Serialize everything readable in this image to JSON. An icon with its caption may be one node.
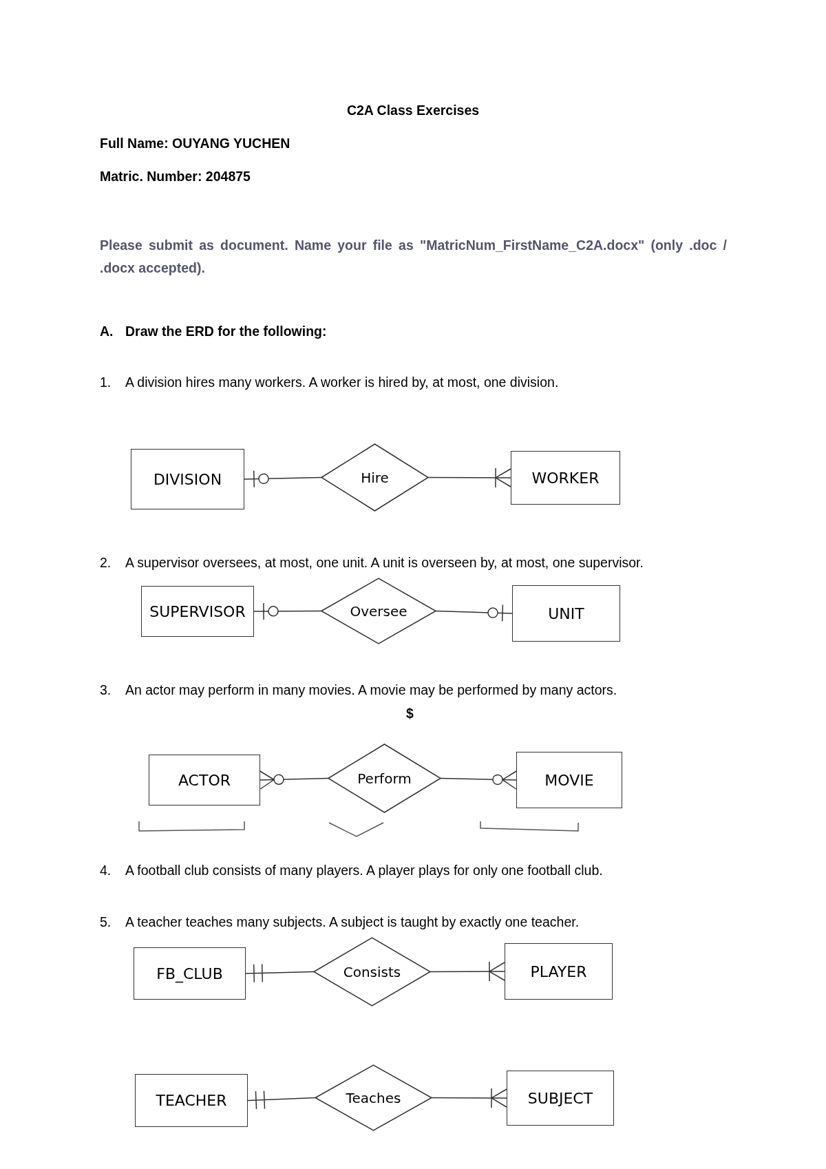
{
  "diagram": {
    "title": "C2A Class Exercises",
    "nodes": [
      {
        "text": [
          "DIVISION"
        ]
      },
      {
        "text": [
          "Hire"
        ]
      },
      {
        "text": [
          "WORKER"
        ]
      },
      {
        "text": [
          "SUPERVISOR"
        ]
      },
      {
        "text": [
          "Oversee"
        ]
      },
      {
        "text": [
          "UNIT"
        ]
      },
      {
        "text": [
          "ACTOR"
        ]
      },
      {
        "text": [
          "Perform"
        ]
      },
      {
        "text": [
          "MOVIE"
        ]
      },
      {
        "text": [
          "FB_CLUB"
        ]
      },
      {
        "text": [
          "Consists"
        ]
      },
      {
        "text": [
          "PLAYER"
        ]
      },
      {
        "text": [
          "TEACHER"
        ]
      },
      {
        "text": [
          "Teaches"
        ]
      },
      {
        "text": [
          "SUBJECT"
        ]
      }
    ],
    "edges": [
      {
        "from": 0,
        "to": 1,
        "arrow": "other"
      },
      {
        "from": 2,
        "to": 1,
        "arrow": "other"
      },
      {
        "from": 3,
        "to": 4,
        "arrow": "other"
      },
      {
        "from": 5,
        "to": 4,
        "arrow": "other"
      },
      {
        "from": 6,
        "to": 7,
        "arrow": "other"
      },
      {
        "from": 8,
        "to": 7,
        "arrow": "other"
      },
      {
        "from": 9,
        "to": 10,
        "arrow": "other"
      },
      {
        "from": 11,
        "to": 10,
        "arrow": "other"
      },
      {
        "from": 12,
        "to": 13,
        "arrow": "other"
      },
      {
        "from": 14,
        "to": 13,
        "arrow": "other"
      }
    ],
    "labels": [
      "Full Name: OUYANG YUCHEN",
      "Matric. Number: 204875",
      "Please submit as document. Name your file as \"MatricNum_FirstName_C2A.docx\" (only .doc / .docx accepted).",
      "A.",
      "Draw the ERD for the following:",
      "1.",
      "A division hires many workers. A worker is hired by, at most, one division.",
      "2.",
      "A supervisor oversees, at most, one unit. A unit is overseen by, at most, one supervisor.",
      "3.",
      "An actor may perform in many movies. A movie may be performed by many actors.",
      "$",
      "4.",
      "A football club consists of many players. A player plays for only one football club.",
      "5.",
      "A teacher teaches many subjects. A subject is taught by exactly one teacher."
    ]
  }
}
